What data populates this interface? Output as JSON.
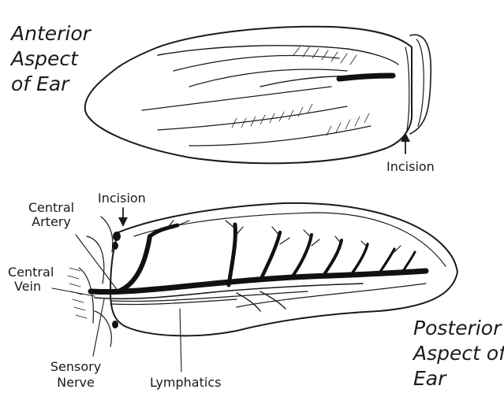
{
  "anterior_title": [
    "Anterior",
    "Aspect",
    "of Ear"
  ],
  "posterior_title": [
    "Posterior",
    "Aspect of",
    "Ear"
  ],
  "labels": {
    "incision_top": "Incision",
    "incision_bottom": "Incision",
    "central_artery": [
      "Central",
      "Artery"
    ],
    "central_vein": [
      "Central",
      "Vein"
    ],
    "sensory_nerve": [
      "Sensory",
      "Nerve"
    ],
    "lymphatics": "Lymphatics"
  },
  "colors": {
    "ink": "#1a1a1a",
    "vessel": "#111111",
    "background": "#ffffff"
  }
}
